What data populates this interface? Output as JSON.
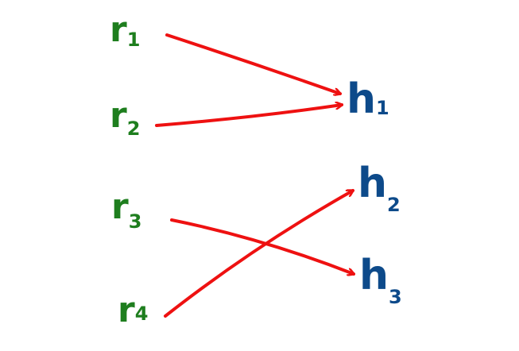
{
  "colors": {
    "left_nodes": "#1e7e1e",
    "right_nodes": "#0d4a8a",
    "arrows": "#ee1111",
    "background": "#ffffff"
  },
  "left_nodes": [
    {
      "base": "r",
      "sub": "1"
    },
    {
      "base": "r",
      "sub": "2"
    },
    {
      "base": "r",
      "sub": "3"
    },
    {
      "base": "r",
      "sub": "4"
    }
  ],
  "right_nodes": [
    {
      "base": "h",
      "sub": "1"
    },
    {
      "base": "h",
      "sub": "2"
    },
    {
      "base": "h",
      "sub": "3"
    }
  ],
  "edges": [
    {
      "from": "r1",
      "to": "h1"
    },
    {
      "from": "r2",
      "to": "h1"
    },
    {
      "from": "r3",
      "to": "h3"
    },
    {
      "from": "r4",
      "to": "h2"
    }
  ]
}
